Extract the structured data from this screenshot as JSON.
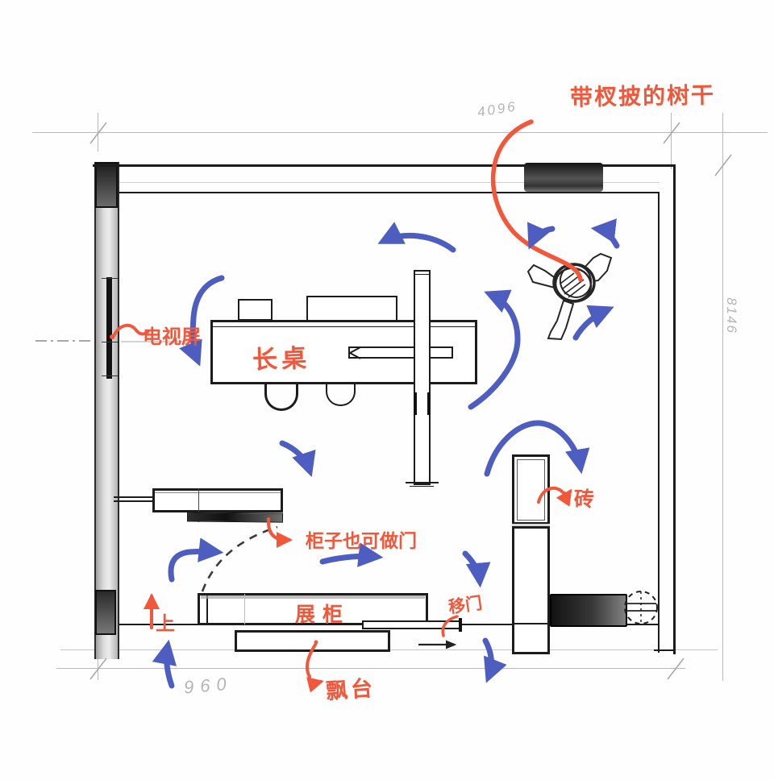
{
  "meta": {
    "type": "hand-drawn interior floor plan sketch"
  },
  "colors": {
    "annotation_orange": "#f2573a",
    "flow_arrow_blue": "#4d5ec0",
    "ink_black": "#1c1c1c",
    "dimension_gray": "#b5b5b5",
    "wall_fill_gray": "#cccccc"
  },
  "labels": {
    "tree_branch_note": "带杈披的树干",
    "tv_screen": "电视屏",
    "long_table": "长桌",
    "cabinet_door_note": "柜子也可做门",
    "display_cabinet": "展柜",
    "sliding_door": "移门",
    "bay_window": "飘台",
    "brick": "砖",
    "up": "上"
  },
  "dimensions": {
    "top_width": "4096",
    "right_height": "8146",
    "bottom_width": "960"
  }
}
